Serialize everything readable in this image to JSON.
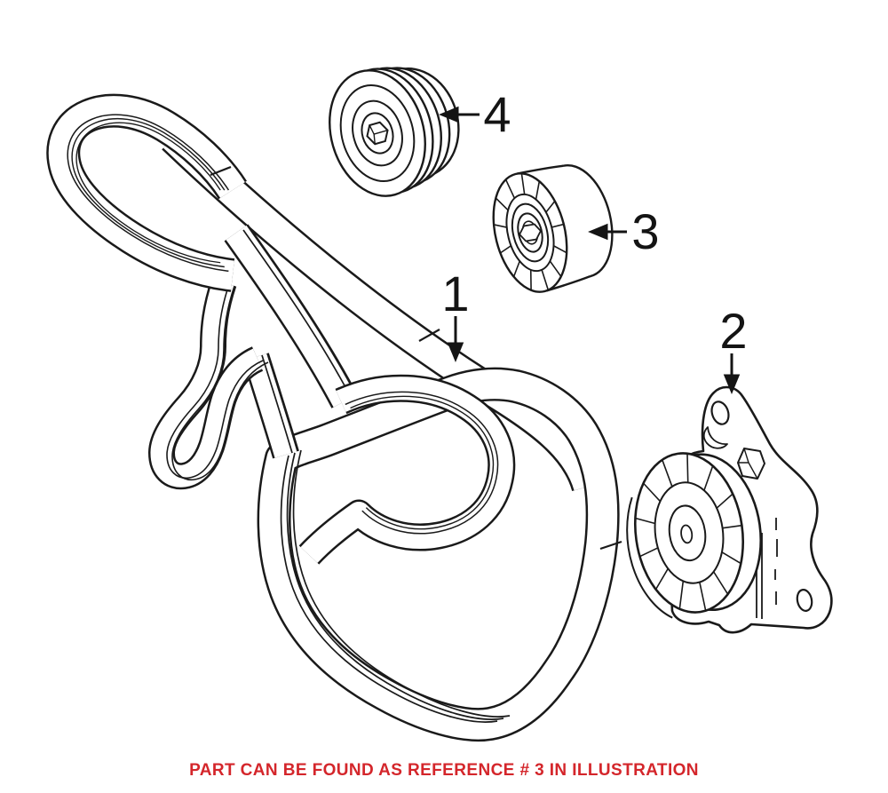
{
  "illustration": {
    "type": "auto-parts-line-drawing",
    "background_color": "#ffffff",
    "line_color": "#1a1a1a",
    "caption": {
      "text": "PART CAN BE FOUND AS REFERENCE # 3 IN ILLUSTRATION",
      "color": "#d4262b"
    },
    "callouts": [
      {
        "label": "1",
        "points_to": "serpentine-belt"
      },
      {
        "label": "2",
        "points_to": "belt-tensioner"
      },
      {
        "label": "3",
        "points_to": "idler-pulley-smooth"
      },
      {
        "label": "4",
        "points_to": "idler-pulley-grooved"
      }
    ]
  }
}
